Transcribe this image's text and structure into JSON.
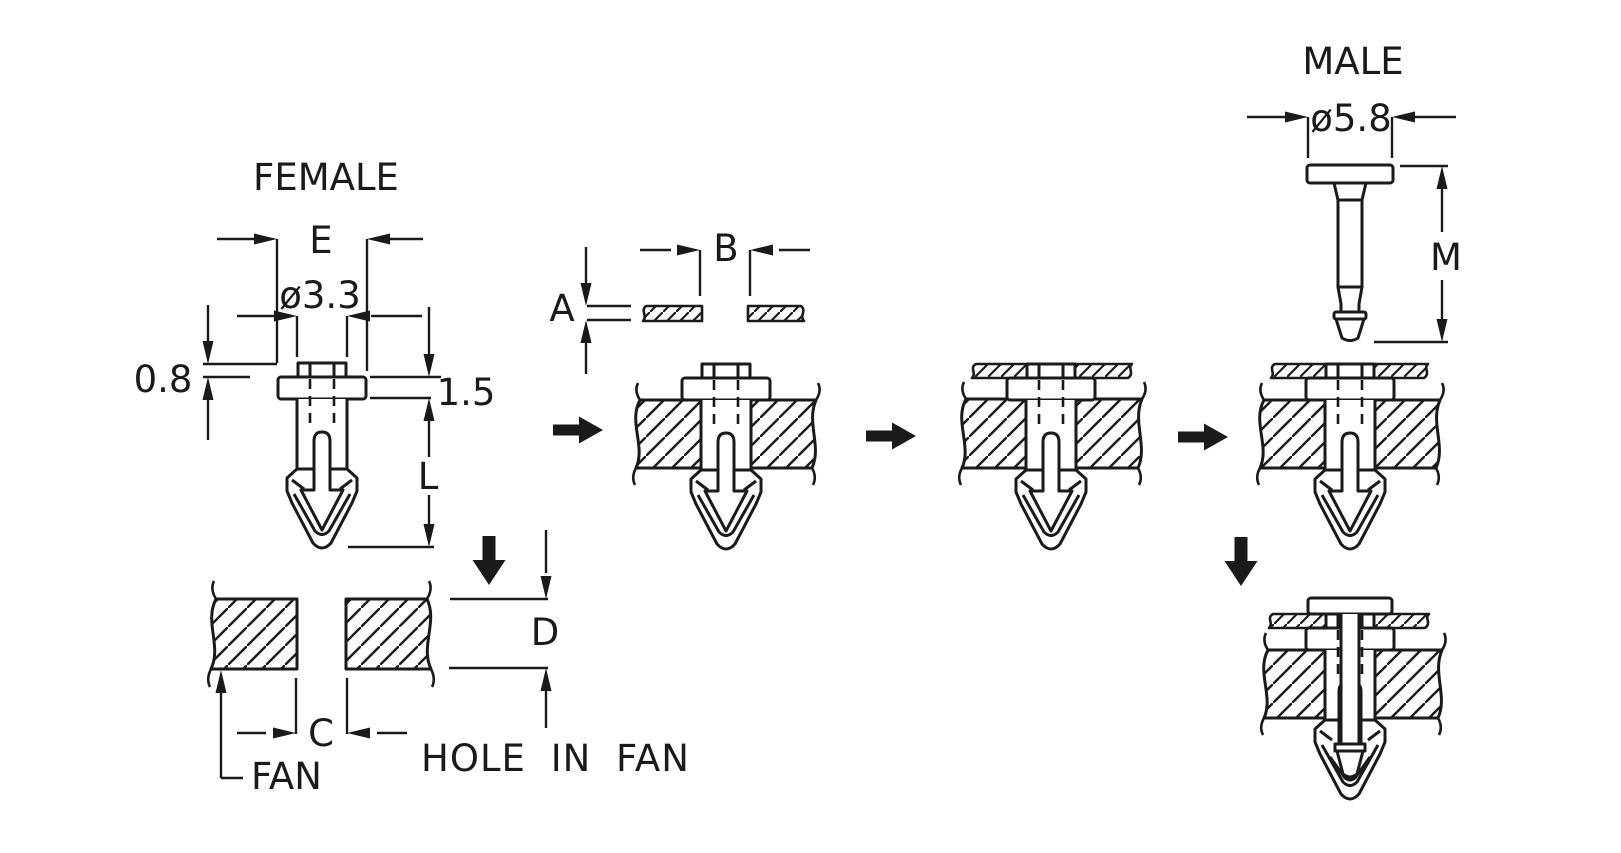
{
  "colors": {
    "line": "#1a1a1a",
    "background": "#ffffff"
  },
  "views": {
    "female": {
      "title": "FEMALE",
      "dims": {
        "flange_width": "E",
        "boss_diameter": "ø3.3",
        "boss_height": "0.8",
        "flange_thickness": "1.5",
        "shank_length": "L"
      }
    },
    "board": {
      "dims": {
        "thickness": "A",
        "hole_width": "B"
      }
    },
    "fan": {
      "labels": {
        "fan": "FAN",
        "hole": "HOLE IN FAN"
      },
      "dims": {
        "hole_width": "C",
        "fan_thickness": "D"
      }
    },
    "male": {
      "title": "MALE",
      "dims": {
        "head_diameter": "ø5.8",
        "pin_length": "M"
      }
    }
  }
}
